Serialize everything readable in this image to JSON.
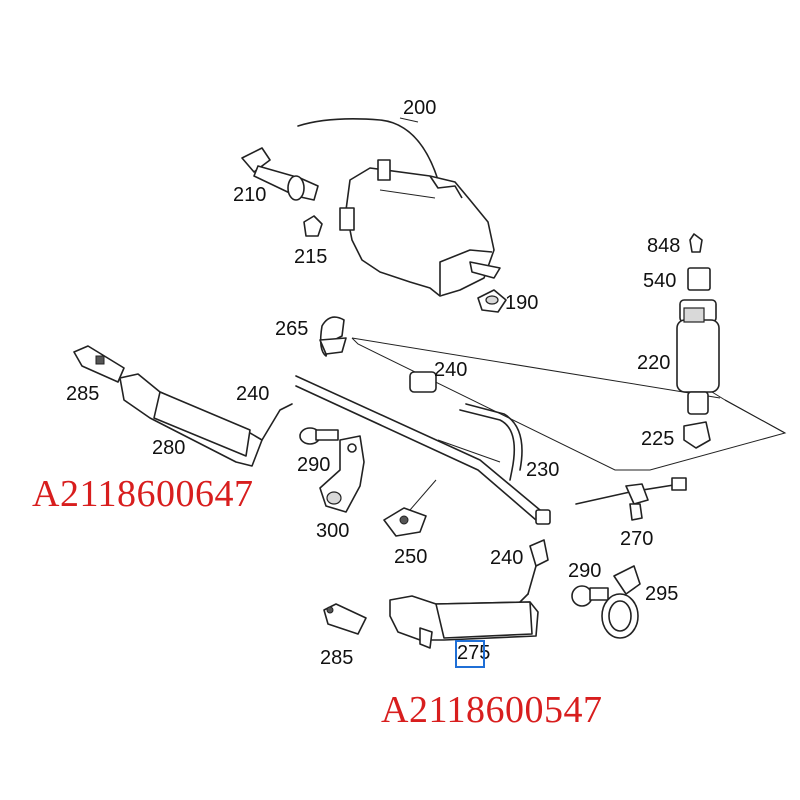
{
  "callouts": {
    "c200": "200",
    "c210": "210",
    "c215": "215",
    "c190": "190",
    "c848": "848",
    "c540": "540",
    "c220": "220",
    "c225": "225",
    "c265": "265",
    "c285_top": "285",
    "c240_left": "240",
    "c240_mid": "240",
    "c280": "280",
    "c290_left": "290",
    "c230": "230",
    "c300": "300",
    "c250": "250",
    "c270": "270",
    "c240_low": "240",
    "c290_right": "290",
    "c295": "295",
    "c285_low": "285",
    "c275": "275"
  },
  "part_numbers": {
    "upper": "A2118600647",
    "lower": "A2118600547"
  },
  "colors": {
    "part_number": "#d81e1e",
    "highlight": "#1f6fd6",
    "line": "#222222"
  }
}
